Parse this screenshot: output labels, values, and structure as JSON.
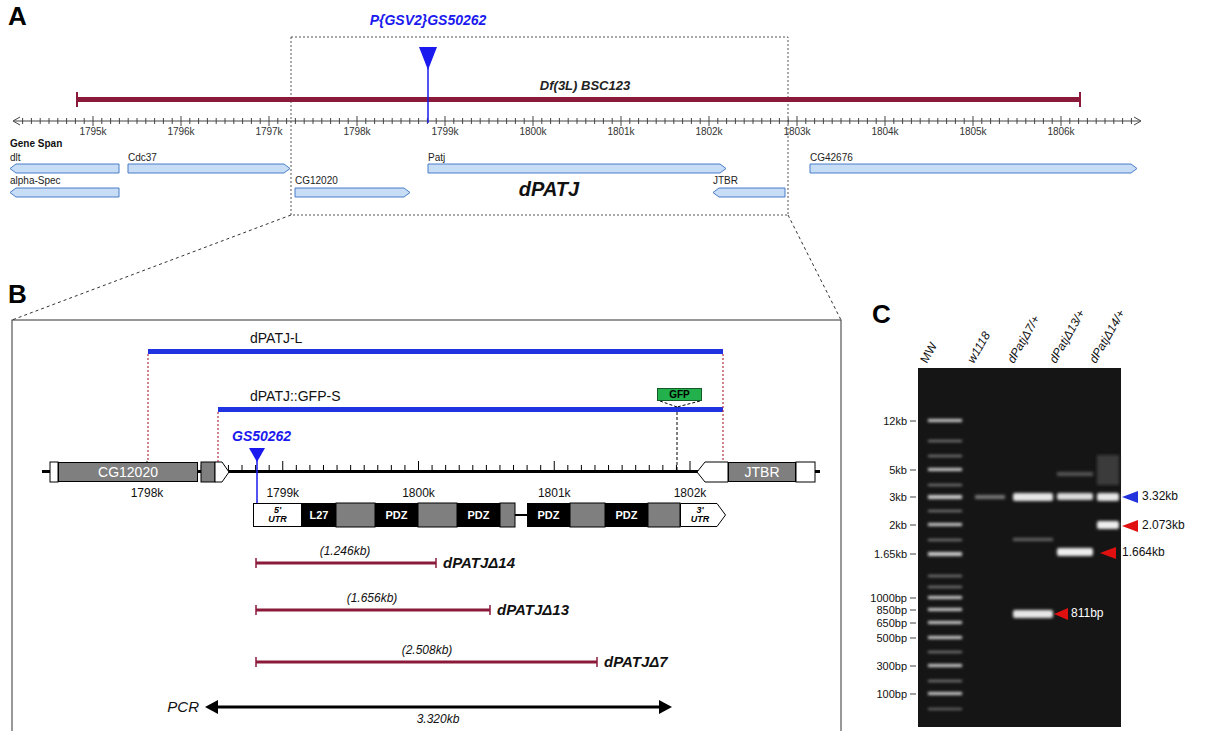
{
  "diagram": {
    "nodes": [
      {
        "text": [
          "GFP"
        ]
      },
      {
        "text": [
          "CG12020"
        ]
      },
      {
        "text": [
          "JTBR"
        ]
      },
      {
        "text": [
          "5' UTR"
        ]
      },
      {
        "text": [
          "L27"
        ]
      },
      {
        "text": [
          "PDZ"
        ]
      },
      {
        "text": [
          "PDZ"
        ]
      },
      {
        "text": [
          "PDZ"
        ]
      },
      {
        "text": [
          "PDZ"
        ]
      },
      {
        "text": [
          "3' UTR"
        ]
      }
    ],
    "labels": [
      "A",
      "P{GSV2}GS50262",
      "Df(3L) BSC123",
      "1795k",
      "1796k",
      "1797k",
      "1798k",
      "1799k",
      "1800k",
      "1801k",
      "1802k",
      "1803k",
      "1804k",
      "1805k",
      "1806k",
      "Gene Span",
      "dlt",
      "alpha-Spec",
      "Cdc37",
      "CG12020",
      "Patj",
      "JTBR",
      "CG42676",
      "dPATJ",
      "B",
      "dPATJ-L",
      "dPATJ::GFP-S",
      "GS50262",
      "1798k",
      "1799k",
      "1800k",
      "1801k",
      "1802k",
      "(1.246kb)",
      "dPATJΔ14",
      "(1.656kb)",
      "dPATJΔ13",
      "(2.508kb)",
      "dPATJΔ7",
      "PCR",
      "3.320kb",
      "C",
      "MW",
      "w1118",
      "dPatjΔ7/+",
      "dPatjΔ13/+",
      "dPatjΔ14/+",
      "12kb",
      "5kb",
      "3kb",
      "2kb",
      "1.65kb",
      "1000bp",
      "850bp",
      "650bp",
      "500bp",
      "300bp",
      "100bp",
      "3.32kb",
      "2.073kb",
      "1.664kb",
      "811bp"
    ]
  }
}
